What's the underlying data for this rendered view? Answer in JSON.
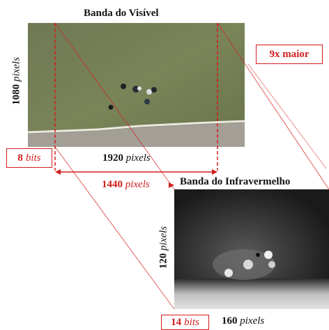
{
  "visible": {
    "title": "Banda do Visível",
    "width_value": "1920",
    "width_unit": "pixels",
    "height_value": "1080",
    "height_unit": "pixels",
    "crop_value": "1440",
    "crop_unit": "pixels"
  },
  "infrared": {
    "title": "Banda do Infravermelho",
    "width_value": "160",
    "width_unit": "pixels",
    "height_value": "120",
    "height_unit": "pixels"
  },
  "badges": {
    "ratio_label": "9x maior",
    "visible_bits_value": "8",
    "visible_bits_unit": "bits",
    "ir_bits_value": "14",
    "ir_bits_unit": "bits"
  },
  "colors": {
    "accent": "#d31d1d",
    "grass": "#6f7a4e",
    "thermal_dark": "#1e1e1e"
  }
}
